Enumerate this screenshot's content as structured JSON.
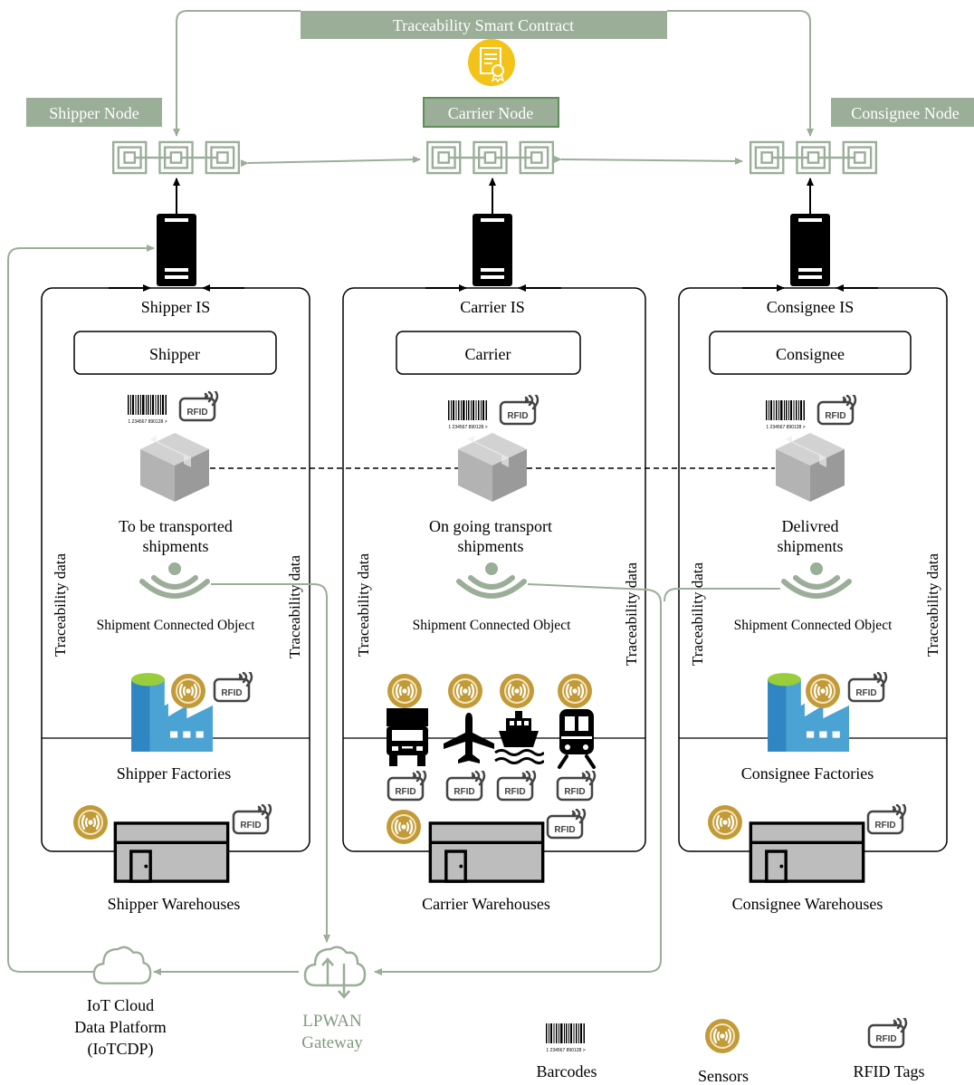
{
  "contract": {
    "title": "Traceability Smart Contract"
  },
  "nodes": {
    "shipper": "Shipper Node",
    "carrier": "Carrier Node",
    "consignee": "Consignee Node"
  },
  "columns": [
    {
      "is_title": "Shipper IS",
      "role": "Shipper",
      "shipment_line1": "To be transported",
      "shipment_line2": "shipments",
      "connected_object": "Shipment Connected Object",
      "facility": "Shipper Factories",
      "warehouse": "Shipper Warehouses",
      "side_label_left": "Traceability data",
      "side_label_right": "Traceability data"
    },
    {
      "is_title": "Carrier IS",
      "role": "Carrier",
      "shipment_line1": "On going transport",
      "shipment_line2": "shipments",
      "connected_object": "Shipment Connected Object",
      "warehouse": "Carrier Warehouses",
      "side_label_left": "Traceability data",
      "side_label_right": "Traceability data"
    },
    {
      "is_title": "Consignee IS",
      "role": "Consignee",
      "shipment_line1": "Delivred",
      "shipment_line2": "shipments",
      "connected_object": "Shipment Connected Object",
      "facility": "Consignee Factories",
      "warehouse": "Consignee Warehouses",
      "side_label_left": "Traceability data",
      "side_label_right": "Traceability data"
    }
  ],
  "iot_platform": {
    "line1": "IoT Cloud",
    "line2": "Data Platform",
    "line3": "(IoTCDP)"
  },
  "gateway": {
    "line1": "LPWAN",
    "line2": "Gateway"
  },
  "barcode_digits": "1 234567 890128 >",
  "rfid_label": "RFID",
  "legend": {
    "barcodes": "Barcodes",
    "sensors": "Sensors",
    "rfid": "RFID Tags"
  },
  "colors": {
    "green": "#9AAE98",
    "green_dark": "#7F9A7C",
    "gold": "#C29A38",
    "gold_badge": "#F3C31A",
    "grey_box": "#BDBDBD",
    "factory_blue": "#4BA3D3"
  }
}
